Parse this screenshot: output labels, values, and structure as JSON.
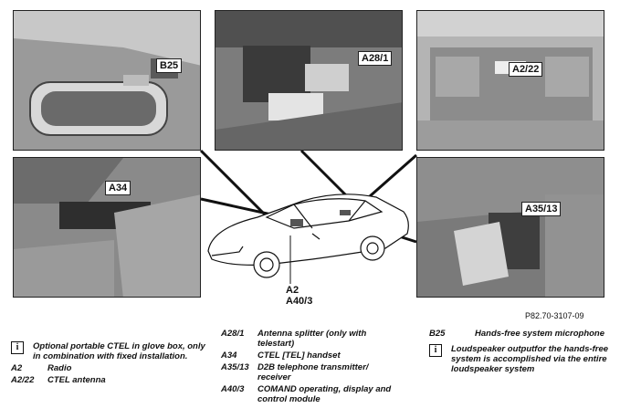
{
  "photos": {
    "top_left": {
      "label": "B25"
    },
    "top_center": {
      "label": "A28/1"
    },
    "top_right": {
      "label": "A2/22"
    },
    "mid_left": {
      "label": "A34"
    },
    "mid_right": {
      "label": "A35/13"
    }
  },
  "car_labels": {
    "a2": "A2",
    "a40_3": "A40/3"
  },
  "reference": "P82.70-3107-09",
  "legend": {
    "col1": {
      "note": "Optional portable CTEL  in glove box, only in combination with fixed installation.",
      "items": [
        {
          "code": "A2",
          "desc": "Radio"
        },
        {
          "code": "A2/22",
          "desc": "CTEL antenna"
        }
      ]
    },
    "col2": {
      "items": [
        {
          "code": "A28/1",
          "desc": "Antenna splitter (only with telestart)"
        },
        {
          "code": "A34",
          "desc": "CTEL [TEL] handset"
        },
        {
          "code": "A35/13",
          "desc": "D2B telephone transmitter/ receiver"
        },
        {
          "code": "A40/3",
          "desc": "COMAND operating, display and control module"
        }
      ]
    },
    "col3": {
      "items": [
        {
          "code": "B25",
          "desc": "Hands-free system microphone"
        }
      ],
      "note": "Loudspeaker outputfor the hands-free system is accomplished via the entire loudspeaker system"
    }
  },
  "icons": {
    "info": "info-icon"
  },
  "colors": {
    "photo_gray": "#8a8a8a",
    "border": "#222222"
  }
}
